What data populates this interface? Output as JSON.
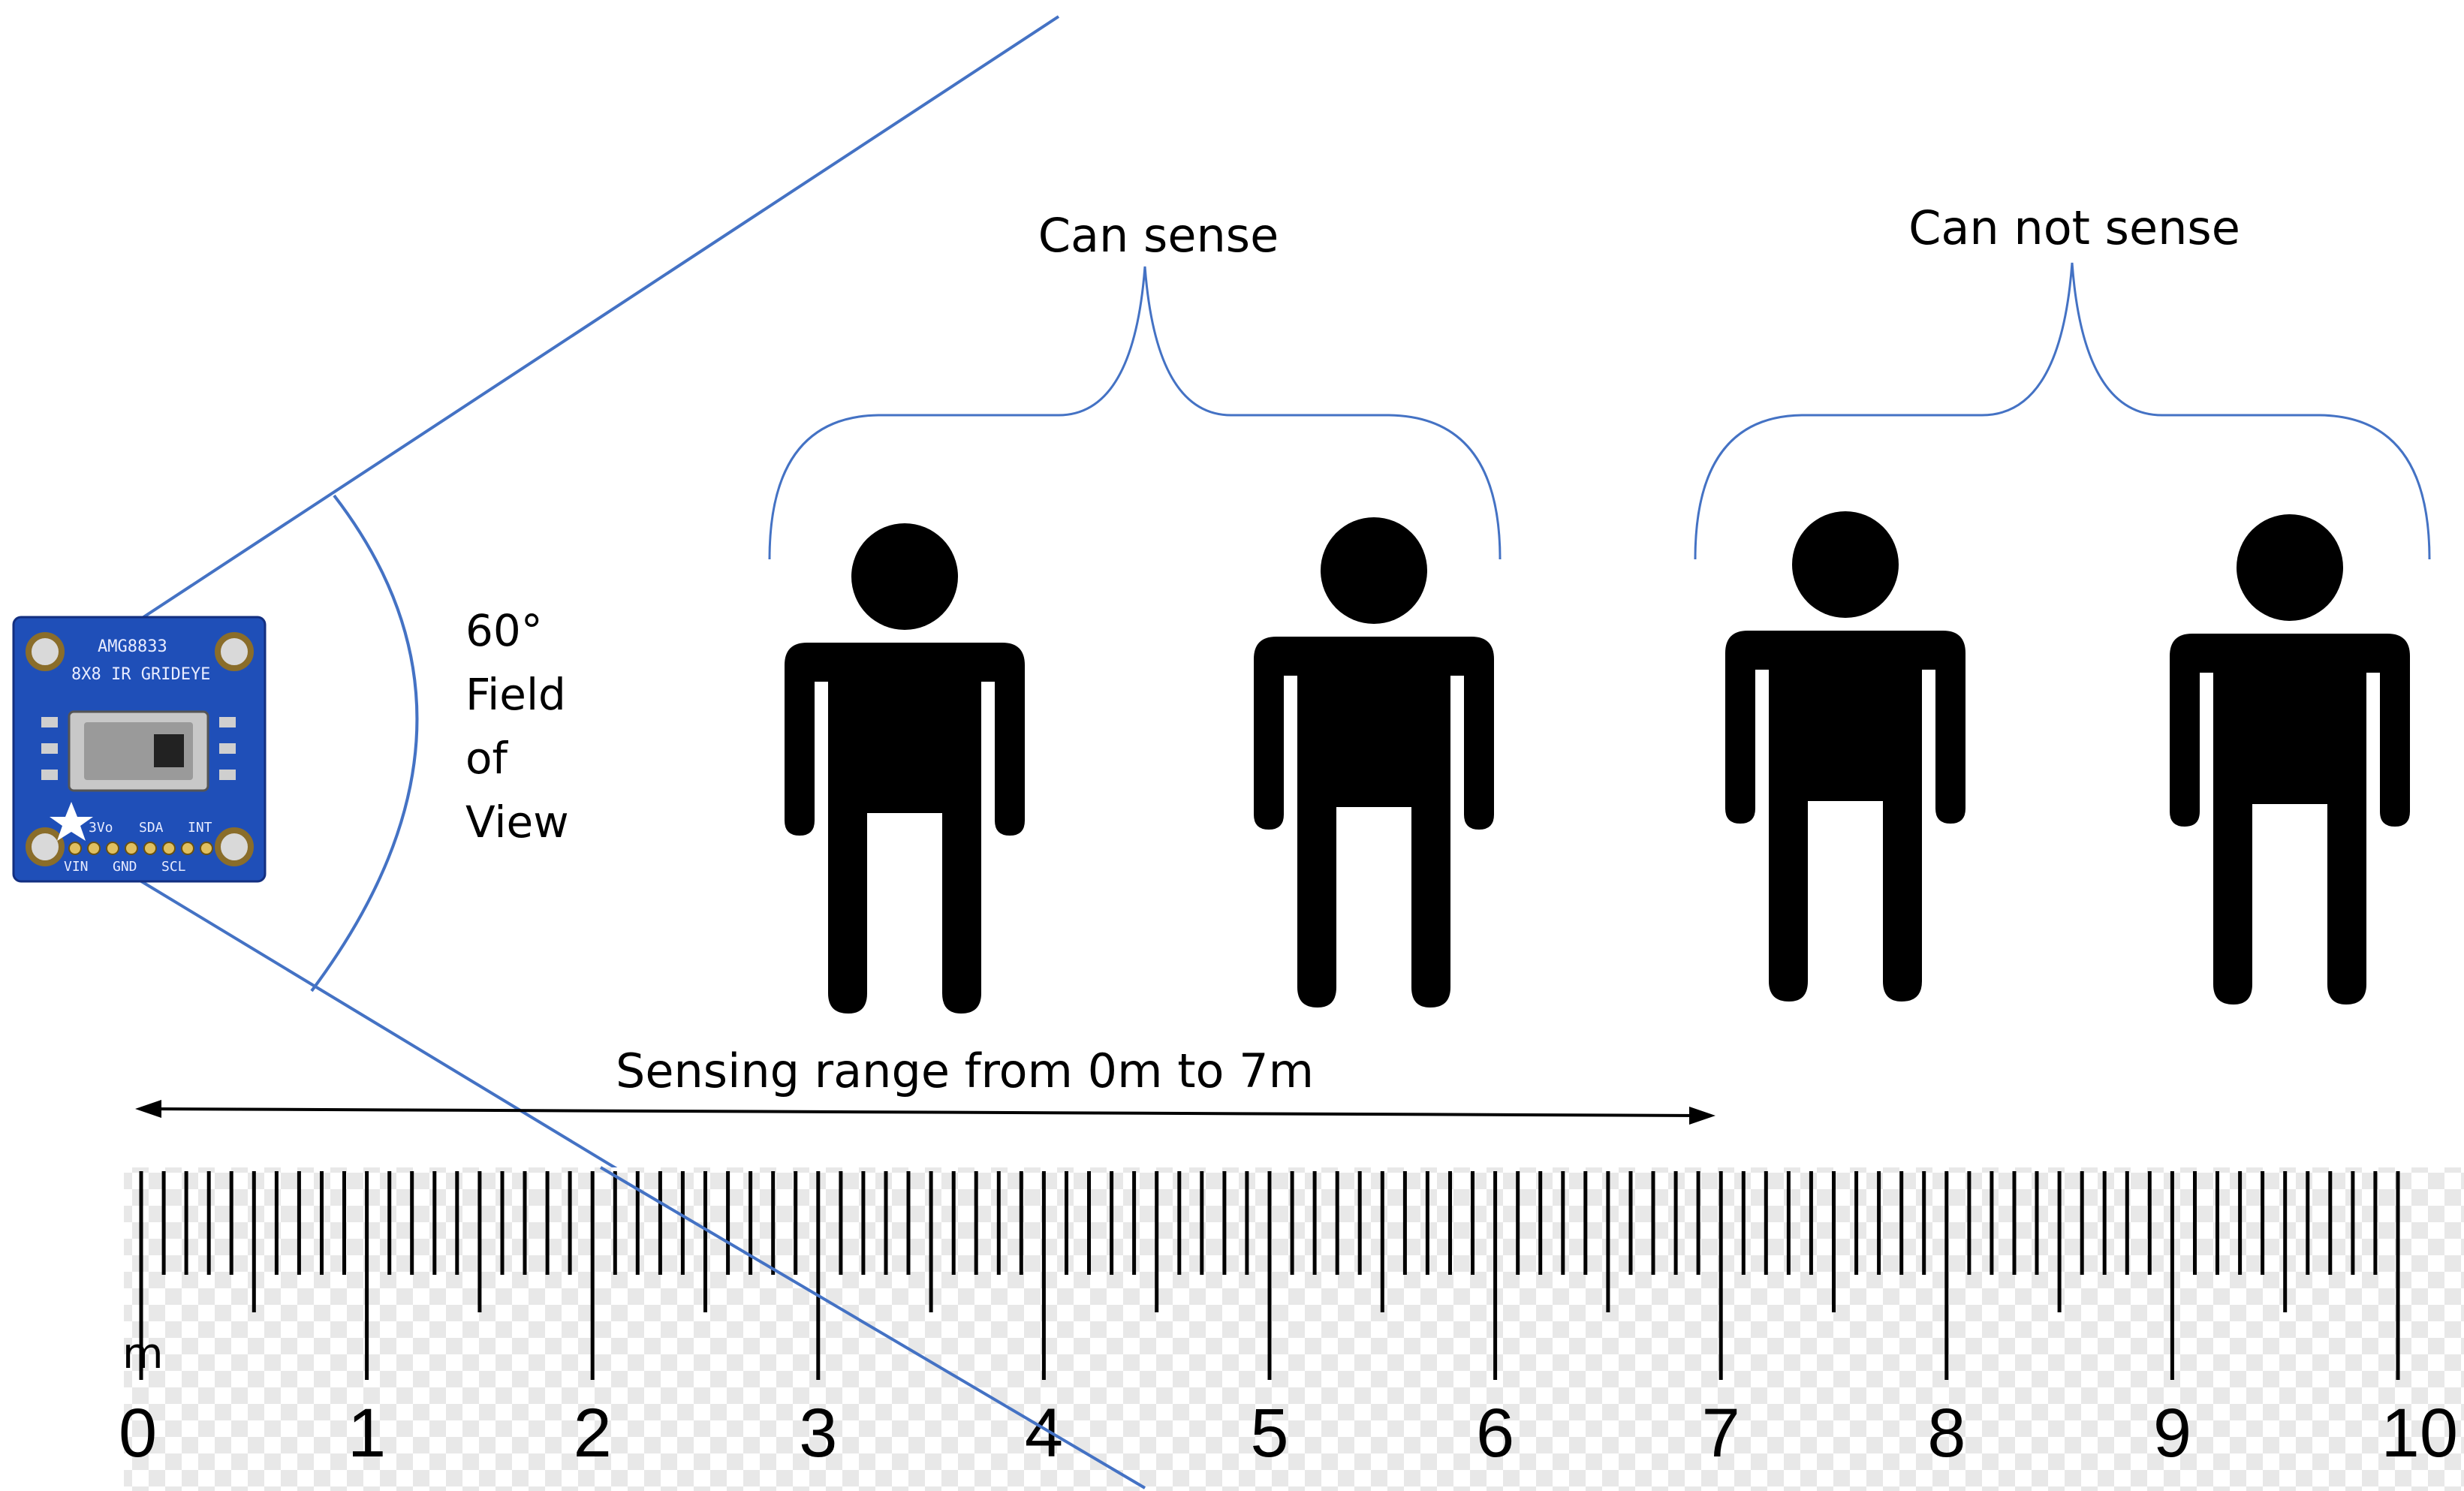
{
  "labels": {
    "fov_angle": "60°",
    "fov_line1": "Field",
    "fov_line2": "of",
    "fov_line3": "View",
    "group_can": "Can sense",
    "group_cannot": "Can not sense",
    "range_text": "Sensing range from 0m to 7m"
  },
  "ruler": {
    "unit": "m",
    "numbers": [
      "0",
      "1",
      "2",
      "3",
      "4",
      "5",
      "6",
      "7",
      "8",
      "9",
      "10"
    ]
  },
  "sensor": {
    "model": "AMG8833",
    "subtitle": "8X8 IR GRIDEYE",
    "pins_top": [
      "3Vo",
      "SDA",
      "INT"
    ],
    "pins_bottom": [
      "VIN",
      "GND",
      "SCL"
    ]
  },
  "colors": {
    "line_blue": "#4472c4",
    "person": "#000000",
    "board_blue": "#1f4fb8"
  }
}
